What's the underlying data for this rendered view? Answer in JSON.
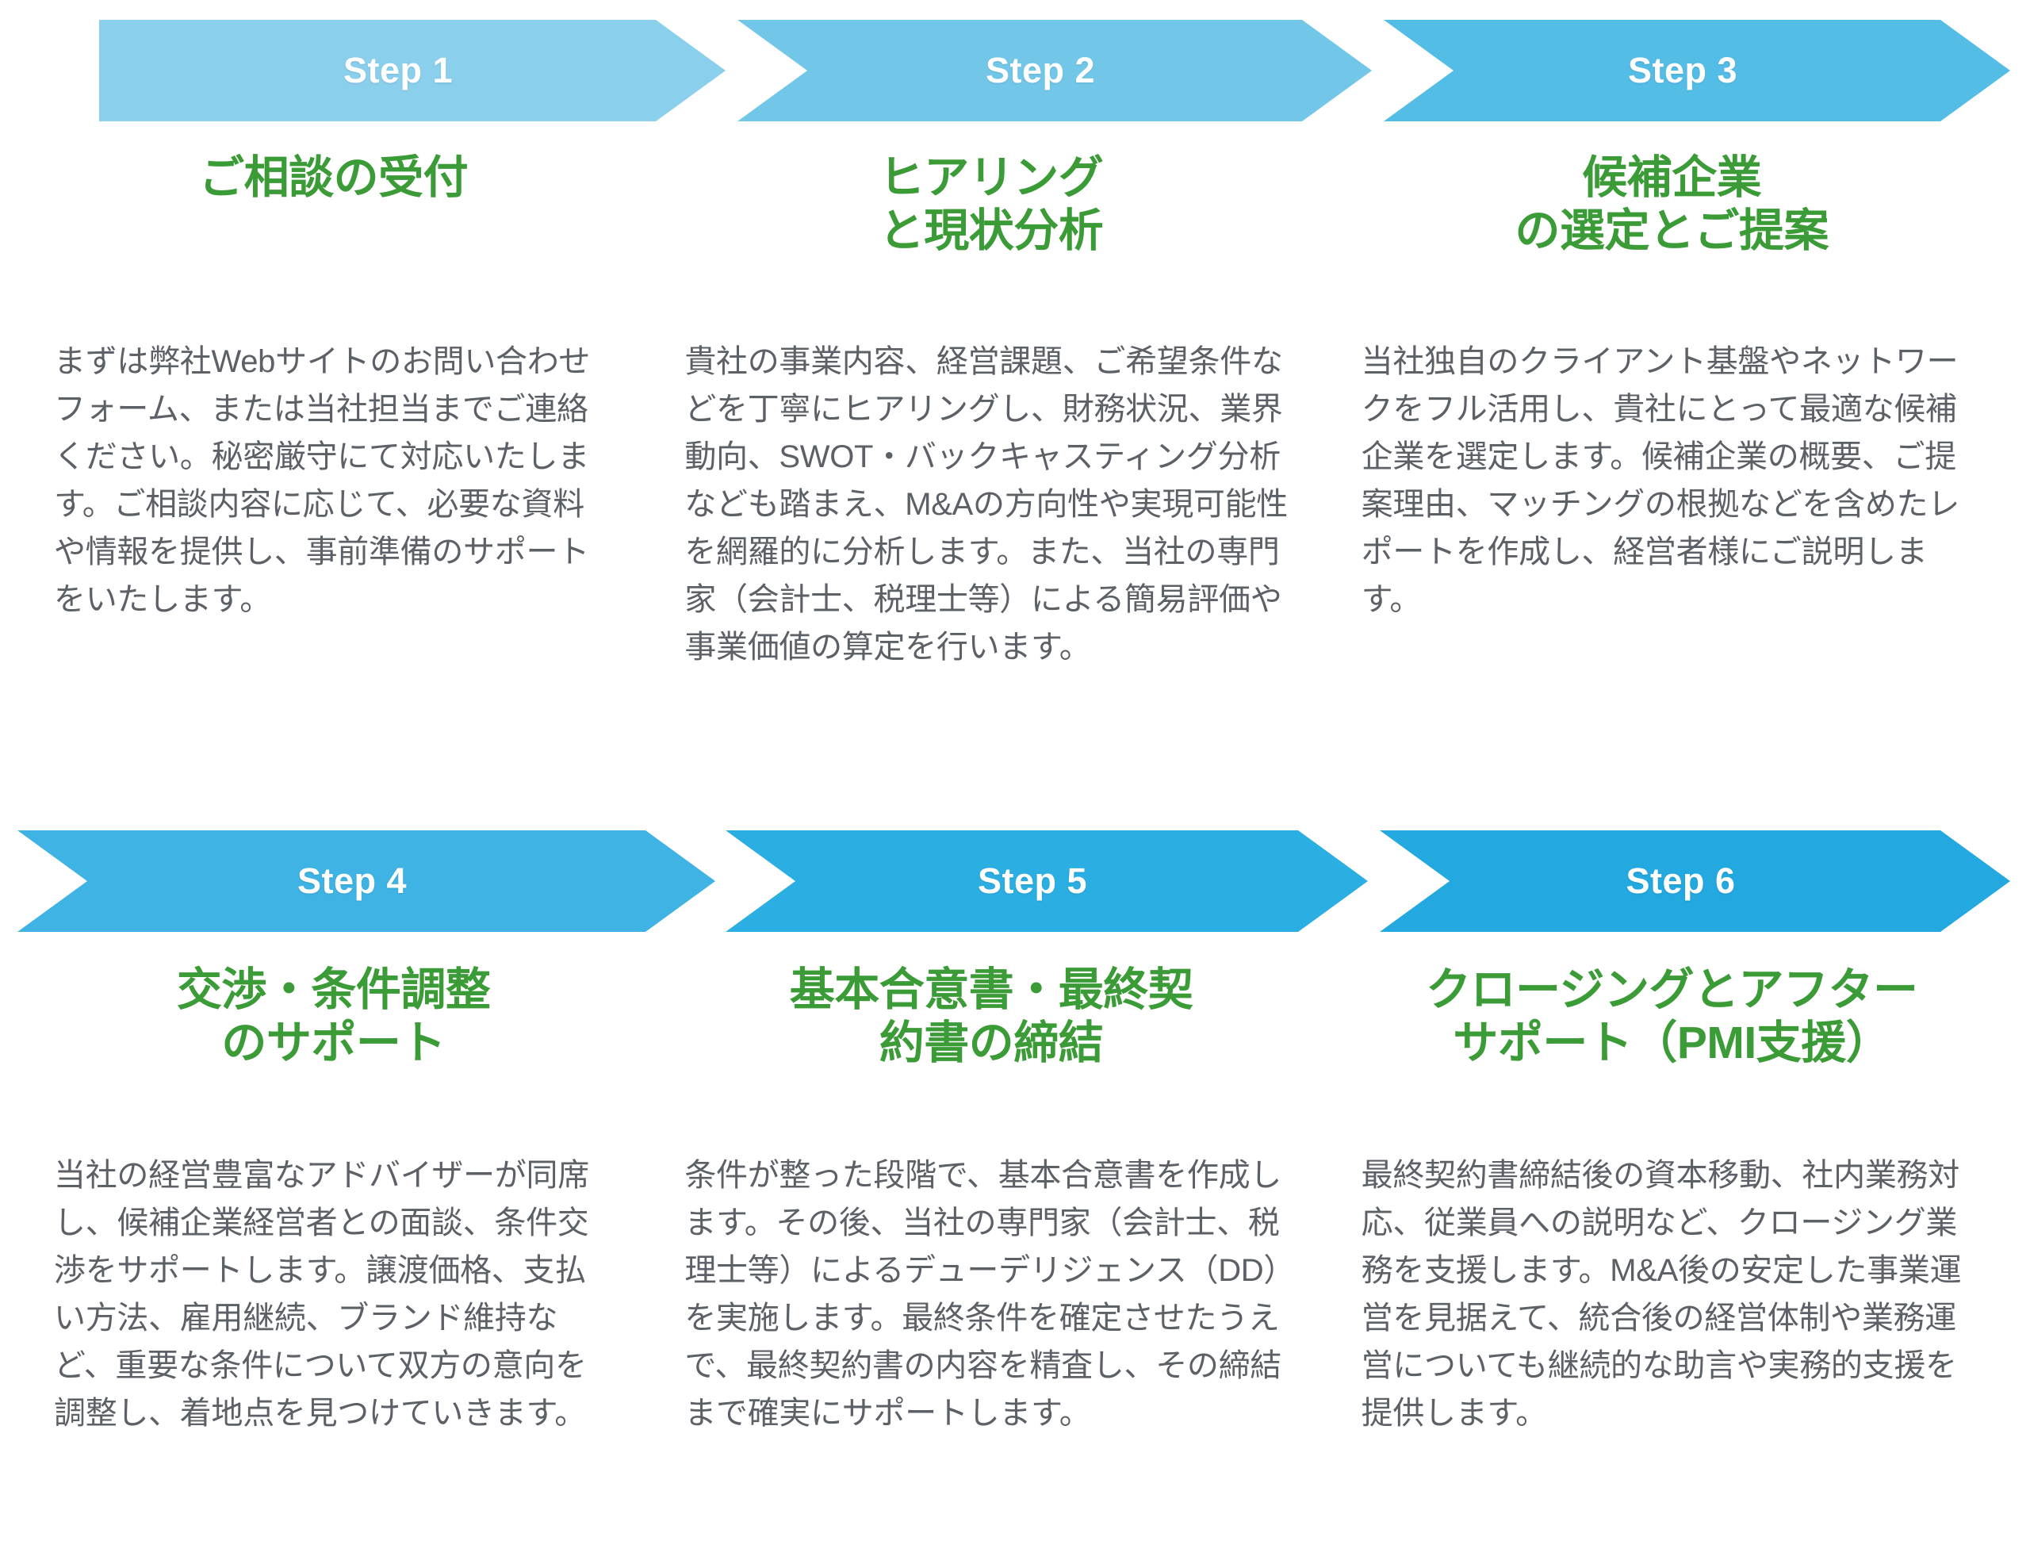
{
  "meta": {
    "accent_blue_light": "#8ACFEC",
    "accent_blue_dark": "#23A8E0",
    "title_green": "#3A9B37",
    "body_gray": "#5C6067",
    "background": "#FFFFFF"
  },
  "rows": [
    {
      "steps": [
        {
          "badge": "Step 1",
          "title_lines": [
            "ご相談の受付"
          ],
          "body": "まずは弊社Webサイトのお問い合わせフォーム、または当社担当までご連絡ください。秘密厳守にて対応いたします。ご相談内容に応じて、必要な資料や情報を提供し、事前準備のサポートをいたします。"
        },
        {
          "badge": "Step 2",
          "title_lines": [
            "ヒアリング",
            "と現状分析"
          ],
          "body": "貴社の事業内容、経営課題、ご希望条件などを丁寧にヒアリングし、財務状況、業界動向、SWOT・バックキャスティング分析なども踏まえ、M&Aの方向性や実現可能性を網羅的に分析します。また、当社の専門家（会計士、税理士等）による簡易評価や事業価値の算定を行います。"
        },
        {
          "badge": "Step 3",
          "title_lines": [
            "候補企業",
            "の選定とご提案"
          ],
          "body": "当社独自のクライアント基盤やネットワークをフル活用し、貴社にとって最適な候補企業を選定します。候補企業の概要、ご提案理由、マッチングの根拠などを含めたレポートを作成し、経営者様にご説明します。"
        }
      ]
    },
    {
      "steps": [
        {
          "badge": "Step 4",
          "title_lines": [
            "交渉・条件調整",
            "のサポート"
          ],
          "body": "当社の経営豊富なアドバイザーが同席し、候補企業経営者との面談、条件交渉をサポートします。譲渡価格、支払い方法、雇用継続、ブランド維持など、重要な条件について双方の意向を調整し、着地点を見つけていきます。"
        },
        {
          "badge": "Step 5",
          "title_lines": [
            "基本合意書・最終契",
            "約書の締結"
          ],
          "body": "条件が整った段階で、基本合意書を作成します。その後、当社の専門家（会計士、税理士等）によるデューデリジェンス（DD）を実施します。最終条件を確定させたうえで、最終契約書の内容を精査し、その締結まで確実にサポートします。"
        },
        {
          "badge": "Step 6",
          "title_lines": [
            "クロージングとアフター",
            "サポート（PMI支援）"
          ],
          "body": "最終契約書締結後の資本移動、社内業務対応、従業員への説明など、クロージング業務を支援します。M&A後の安定した事業運営を見据えて、統合後の経営体制や業務運営についても継続的な助言や実務的支援を提供します。"
        }
      ]
    }
  ]
}
